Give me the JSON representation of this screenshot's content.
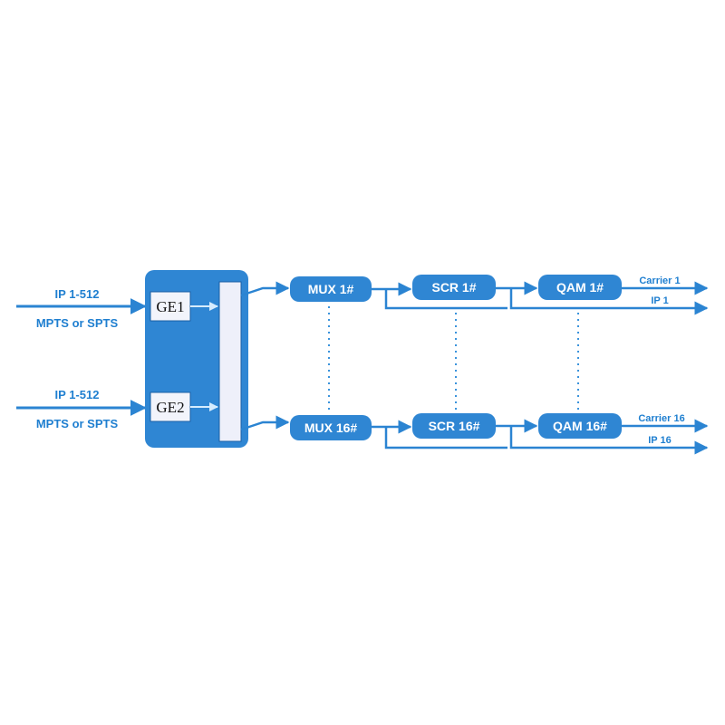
{
  "inputs": [
    {
      "ip": "IP 1-512",
      "type": "MPTS or SPTS"
    },
    {
      "ip": "IP 1-512",
      "type": "MPTS or SPTS"
    }
  ],
  "ports": [
    "GE1",
    "GE2"
  ],
  "channels": [
    {
      "mux": "MUX 1#",
      "scr": "SCR 1#",
      "qam": "QAM 1#",
      "carrier": "Carrier 1",
      "ip_out": "IP 1"
    },
    {
      "mux": "MUX 16#",
      "scr": "SCR 16#",
      "qam": "QAM 16#",
      "carrier": "Carrier 16",
      "ip_out": "IP 16"
    }
  ],
  "colors": {
    "accent": "#2b84d2",
    "block": "#2f86d3",
    "box_border": "#1a5fa5",
    "port_fill": "#f2f4fb",
    "bus_fill": "#eef0fa",
    "dots": "#3a93dc"
  }
}
